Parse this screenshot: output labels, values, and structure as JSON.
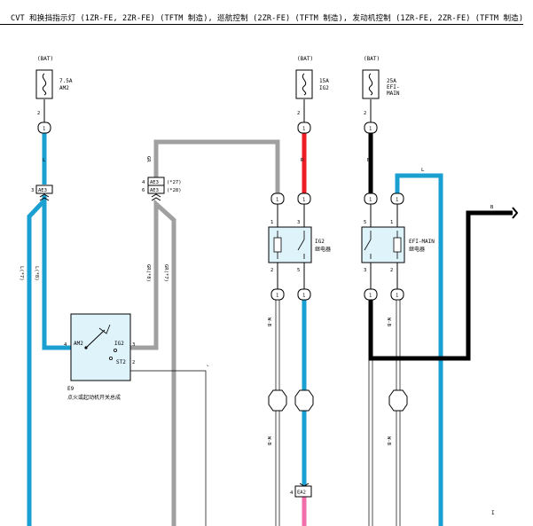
{
  "header": {
    "title": "CVT 和换挡指示灯 (1ZR-FE, 2ZR-FE) (TFTM 制造), 巡航控制 (2ZR-FE) (TFTM 制造), 发动机控制 (1ZR-FE, 2ZR-FE) (TFTM 制造)"
  },
  "colors": {
    "blue": "#1a9fd1",
    "gray": "#a0a0a0",
    "red": "#ee1c24",
    "black": "#000000",
    "pink": "#f06eaa",
    "relay_fill": "#dff3fb"
  },
  "fuses": [
    {
      "source": "(BAT)",
      "rating": "7.5A",
      "name": "AM2",
      "pin": "2",
      "junction": "1"
    },
    {
      "source": "(BAT)",
      "rating": "15A",
      "name": "IG2",
      "pin": "2",
      "junction": "1"
    },
    {
      "source": "(BAT)",
      "rating": "25A",
      "name_lines": [
        "EFI-",
        "MAIN"
      ],
      "pin": "2",
      "junction": "1"
    }
  ],
  "connectors": {
    "ae3_pin": "3",
    "ae3_name": "AE3",
    "ae3b_pins": [
      "4",
      "6"
    ],
    "ae3b_name": "AE3",
    "ae3b_notes": [
      "(*27)",
      "(*28)"
    ],
    "ea2_pin": "4",
    "ea2_name": "EA2"
  },
  "wire_labels": {
    "l_top": "L",
    "l_left_a": "L(*7)",
    "l_left_b": "L(*8)",
    "gr_top": "GR",
    "gr_a": "GR(*8)",
    "gr_b": "GR(*7)",
    "red": "R",
    "black": "B",
    "b_right": "B",
    "l_right": "L",
    "w_b": "W-B"
  },
  "relays": [
    {
      "name": "IG2",
      "desc": "继电器",
      "pins": [
        "1",
        "3",
        "2",
        "5"
      ],
      "junctions": [
        "1",
        "1",
        "1",
        "1"
      ]
    },
    {
      "name": "EFI-MAIN",
      "desc": "继电器",
      "pins": [
        "5",
        "1",
        "3",
        "2"
      ],
      "junctions": [
        "1",
        "1",
        "1",
        "1"
      ]
    }
  ],
  "switch": {
    "code": "E9",
    "desc": "点火或起动机开关总成",
    "am2": "AM2",
    "ig2": "IG2",
    "st2": "ST2",
    "pin_am2": "4",
    "pin_ig2": "3",
    "pin_st2": "2"
  },
  "misc": {
    "tick": "、",
    "bottom_mark": "I"
  }
}
